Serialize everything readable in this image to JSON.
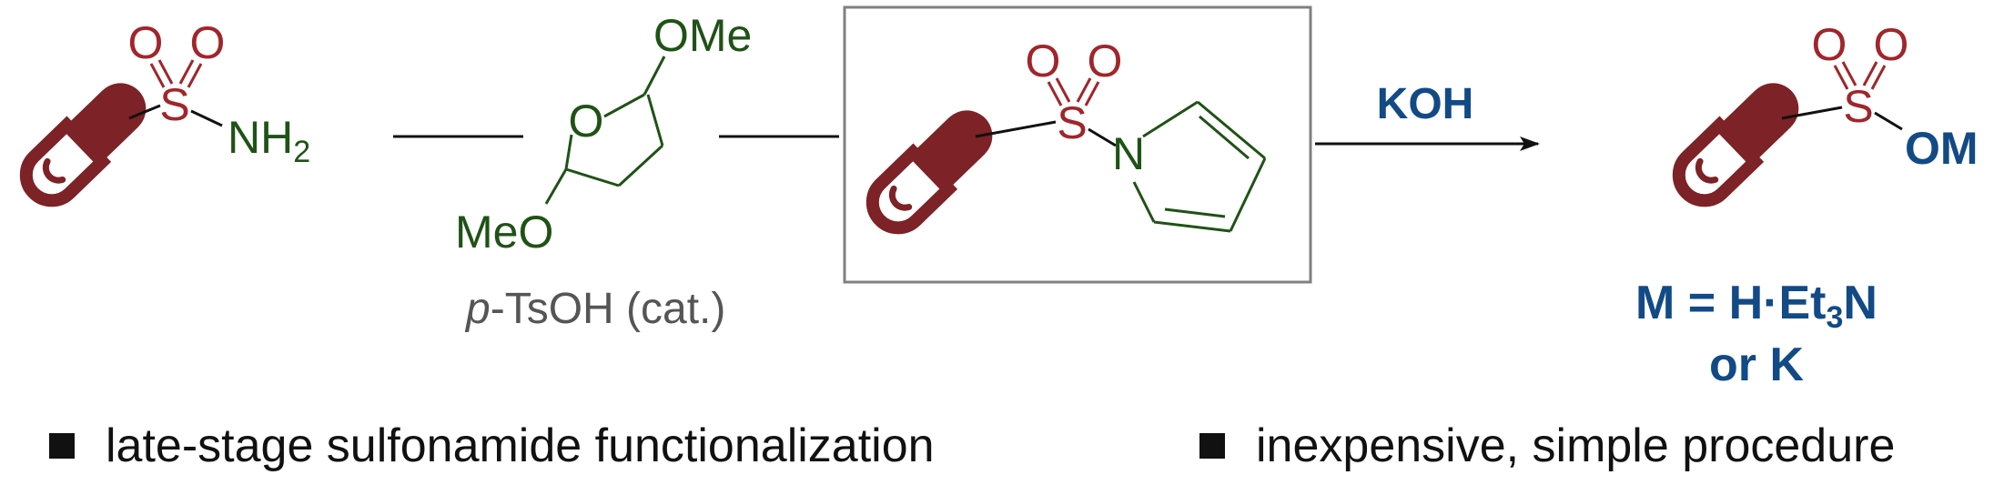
{
  "colors": {
    "capsule": "#7d2226",
    "oxygen": "#a0262b",
    "nitrogen": "#1f5216",
    "blue": "#124a86",
    "gray": "#555555",
    "box": "#808080"
  },
  "icons": [
    "capsule-icon"
  ],
  "reactant": {
    "o_left": "O",
    "o_right": "O",
    "sulfur": "S",
    "amine_nh": "NH",
    "amine_sub": "2"
  },
  "reagent1": {
    "ring_o": "O",
    "ome": "OMe",
    "meo": "MeO",
    "catalyst_italic": "p",
    "catalyst_rest": "-TsOH (cat.)"
  },
  "intermediate": {
    "o_left": "O",
    "o_right": "O",
    "sulfur": "S",
    "nitrogen": "N"
  },
  "step2": {
    "reagent": "KOH"
  },
  "product": {
    "o_left": "O",
    "o_right": "O",
    "sulfur": "S",
    "om": "OM",
    "m_line1_pre": "M = H",
    "m_line1_dot": "·",
    "m_line1_et": "Et",
    "m_line1_sub": "3",
    "m_line1_n": "N",
    "m_line2": "or K"
  },
  "bullets": [
    "late-stage sulfonamide functionalization",
    "inexpensive, simple procedure"
  ]
}
